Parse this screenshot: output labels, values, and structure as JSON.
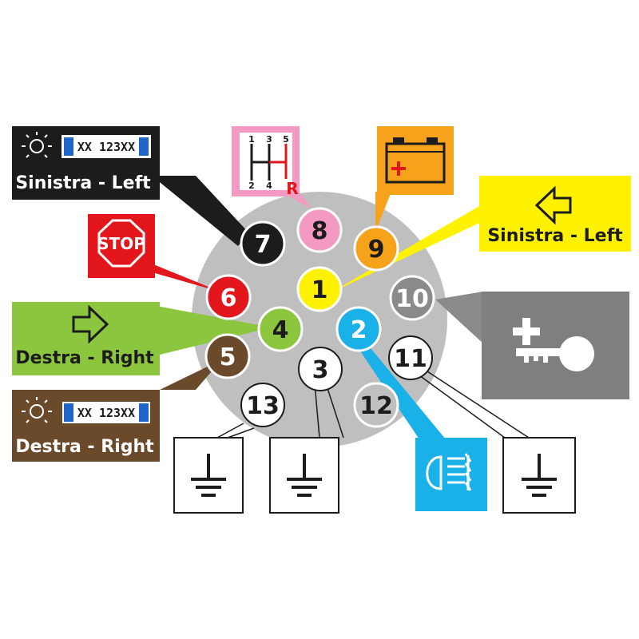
{
  "colors": {
    "connector": "#bfbfbf",
    "black": "#1c1c1c",
    "pink": "#f29ac2",
    "orange": "#f7a21b",
    "yellow": "#fff200",
    "grey": "#8a8a8a",
    "darkgrey": "#7f7f7f",
    "red": "#e3161b",
    "green": "#8cc63e",
    "brown": "#6b4a2b",
    "blue": "#1ab0e8",
    "white": "#ffffff"
  },
  "pins": [
    {
      "number": "7"
    },
    {
      "number": "8"
    },
    {
      "number": "9"
    },
    {
      "number": "6"
    },
    {
      "number": "1"
    },
    {
      "number": "10"
    },
    {
      "number": "4"
    },
    {
      "number": "2"
    },
    {
      "number": "5"
    },
    {
      "number": "3"
    },
    {
      "number": "11"
    },
    {
      "number": "12"
    },
    {
      "number": "13"
    }
  ],
  "labels": {
    "left_position": "Sinistra - Left",
    "left_indicator": "Sinistra - Left",
    "right_indicator": "Destra - Right",
    "right_position": "Destra - Right",
    "plate_top": "XX 123XX",
    "plate_bottom": "XX 123XX",
    "stop": "STOP",
    "gear": {
      "n1": "1",
      "n3": "3",
      "n5": "5",
      "n2": "2",
      "n4": "4",
      "r": "R"
    }
  },
  "icons": {
    "left_position": "position-light-icon",
    "stop": "stop-sign-icon",
    "right_indicator": "arrow-right-icon",
    "right_position": "position-light-icon",
    "reverse": "gear-shift-reverse-icon",
    "battery": "battery-icon",
    "left_indicator": "arrow-left-icon",
    "ignition": "ignition-key-icon",
    "fog": "fog-light-icon",
    "ground": "ground-icon"
  }
}
